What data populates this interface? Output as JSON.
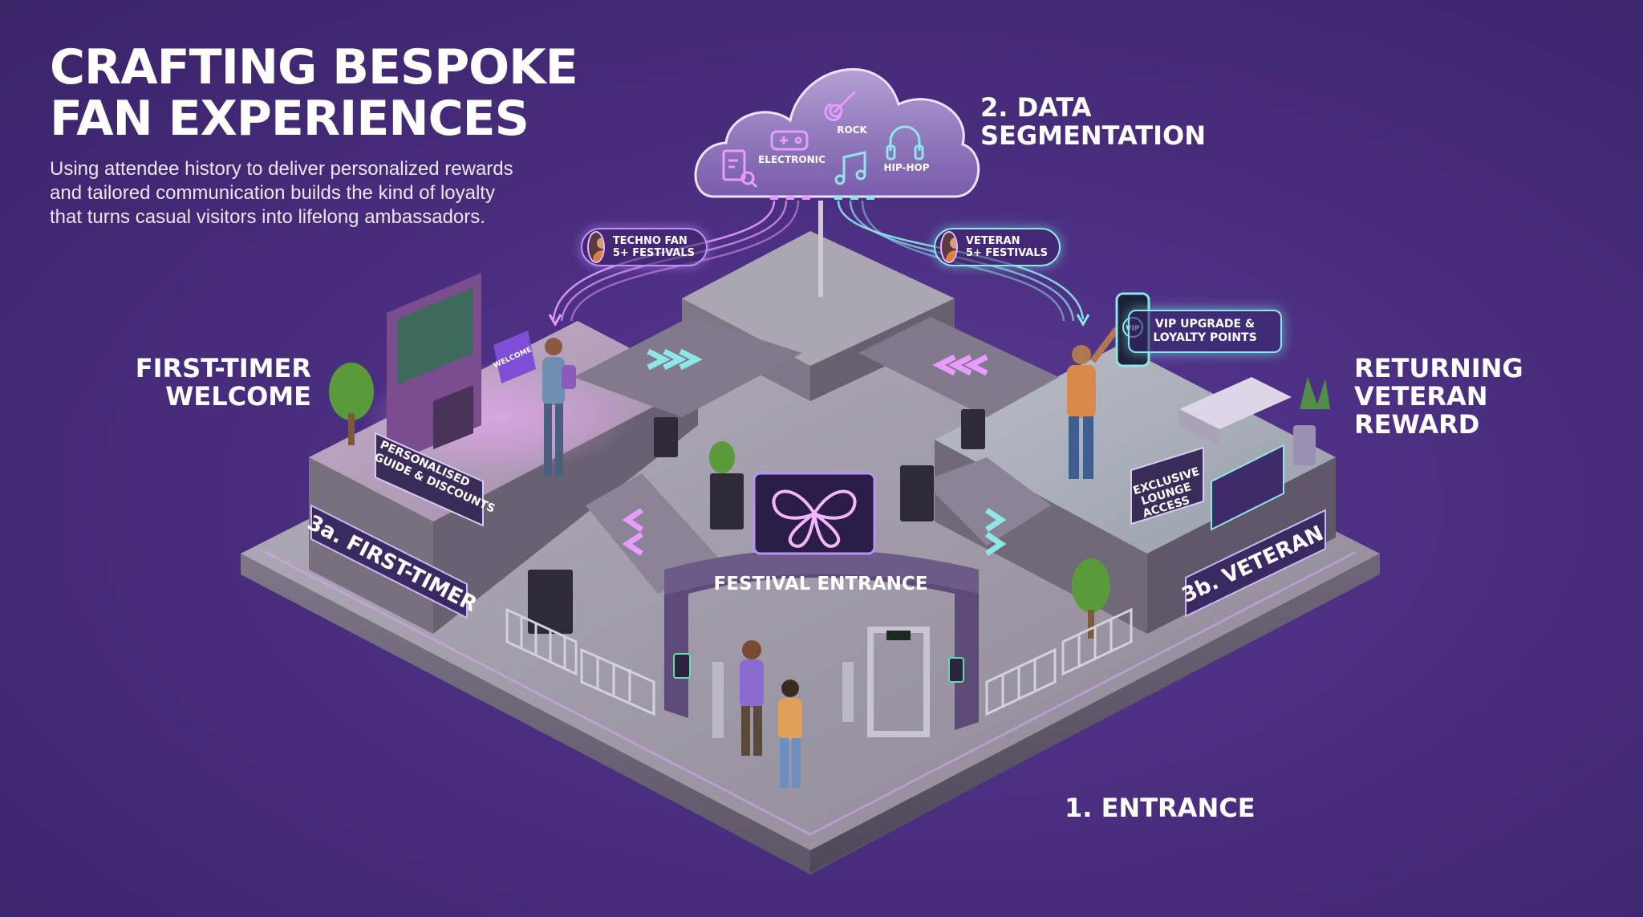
{
  "header": {
    "title_line1": "CRAFTING BESPOKE",
    "title_line2": "FAN EXPERIENCES",
    "subtitle_line1": "Using attendee history to deliver personalized rewards",
    "subtitle_line2": "and tailored communication builds the kind of loyalty",
    "subtitle_line3": "that turns casual visitors into lifelong ambassadors."
  },
  "stages": {
    "data_line1": "2. DATA",
    "data_line2": "SEGMENTATION",
    "first_timer_line1": "FIRST-TIMER",
    "first_timer_line2": "WELCOME",
    "veteran_line1": "RETURNING",
    "veteran_line2": "VETERAN",
    "veteran_line3": "REWARD",
    "entrance": "1. ENTRANCE"
  },
  "cloud": {
    "genres": [
      "ELECTRONIC",
      "ROCK",
      "HIP-HOP"
    ],
    "icons": [
      "data-chart-icon",
      "gamepad-icon",
      "guitar-icon",
      "headphones-icon",
      "music-note-icon"
    ]
  },
  "profiles": {
    "techno_line1": "TECHNO FAN",
    "techno_line2": "5+ FESTIVALS",
    "veteran_line1": "VETERAN",
    "veteran_line2": "5+ FESTIVALS"
  },
  "callouts": {
    "vip_line1": "VIP UPGRADE &",
    "vip_line2": "LOYALTY POINTS"
  },
  "signs": {
    "guide_line1": "PERSONALISED",
    "guide_line2": "GUIDE & DISCOUNTS",
    "lounge_line1": "EXCLUSIVE",
    "lounge_line2": "LOUNGE",
    "lounge_line3": "ACCESS",
    "platform_first": "3a. FIRST-TIMER",
    "platform_veteran": "3b. VETERAN",
    "gate": "FESTIVAL ENTRANCE",
    "kiosk_card": "WELCOME",
    "phone_badge": "VIP"
  },
  "colors": {
    "background": "#4a2e80",
    "accent_pink": "#e89cff",
    "accent_teal": "#8fe6e8",
    "platform": "#9a95a3"
  }
}
